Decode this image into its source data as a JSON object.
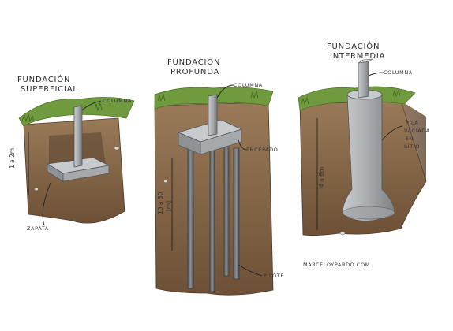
{
  "diagrams": [
    {
      "title_line1": "FUNDACIÓN",
      "title_line2": "SUPERFICIAL",
      "labels": {
        "column": "COLUMNA",
        "footing": "ZAPATA",
        "depth": "1 a 2m"
      }
    },
    {
      "title_line1": "FUNDACIÓN",
      "title_line2": "PROFUNDA",
      "labels": {
        "column": "COLUMNA",
        "cap": "ENCEPADO",
        "pile": "PILOTE",
        "depth_line1": "10 a 30",
        "depth_line2": "[m]"
      }
    },
    {
      "title_line1": "FUNDACIÓN",
      "title_line2": "INTERMEDIA",
      "labels": {
        "column": "COLUMNA",
        "pier_line1": "PILA",
        "pier_line2": "VACIADA",
        "pier_line3": "EN",
        "pier_line4": "SITIO",
        "depth": "4 a 6m"
      }
    }
  ],
  "credit": "MARCELOYPARDO.COM",
  "colors": {
    "soil": "#8b6a4a",
    "soil_dark": "#6e5238",
    "grass": "#6f9a3d",
    "concrete": "#a9adb0"
  }
}
